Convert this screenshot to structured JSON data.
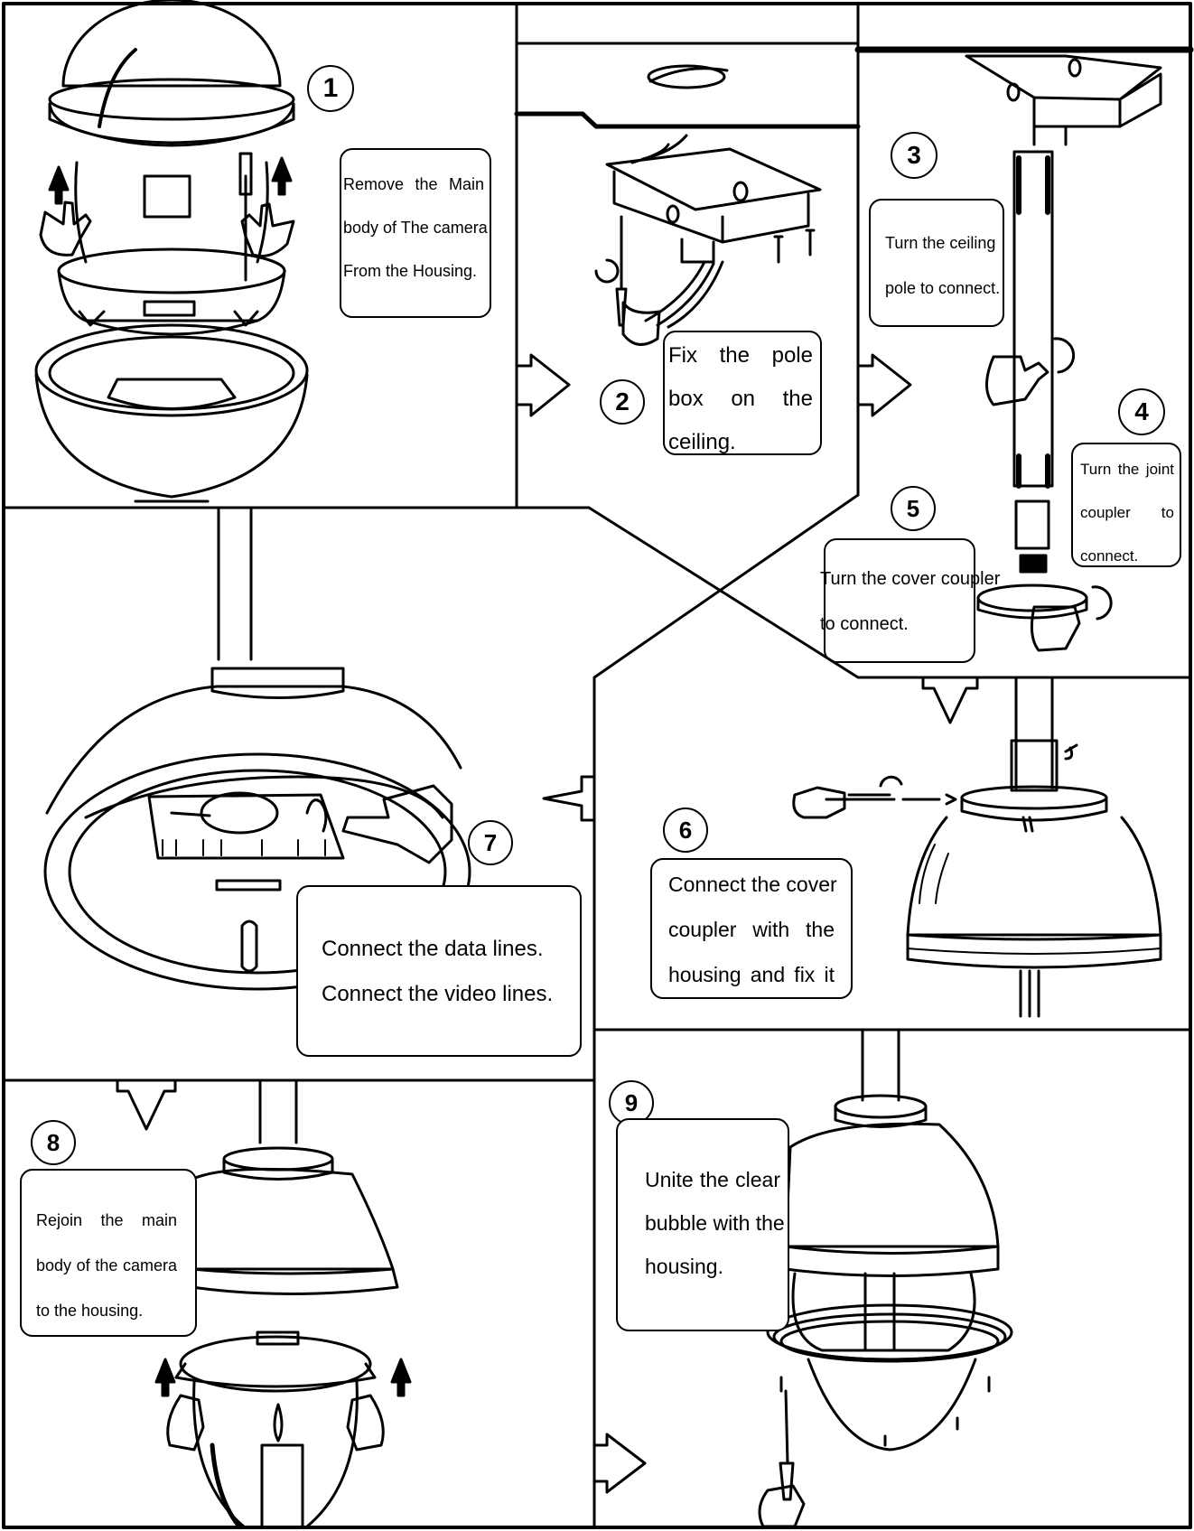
{
  "steps": [
    {
      "number": "1",
      "lines": [
        "Remove the Main",
        "body of The camera",
        "From the Housing."
      ]
    },
    {
      "number": "2",
      "lines": [
        "Fix the pole",
        "box on the",
        "ceiling."
      ]
    },
    {
      "number": "3",
      "lines": [
        "Turn the ceiling",
        "pole to connect."
      ]
    },
    {
      "number": "4",
      "lines": [
        "Turn the joint",
        "coupler to",
        "connect."
      ]
    },
    {
      "number": "5",
      "lines": [
        "Turn the cover coupler",
        "to connect."
      ]
    },
    {
      "number": "6",
      "lines": [
        "Connect the cover",
        "coupler with the",
        "housing and fix it"
      ]
    },
    {
      "number": "7",
      "lines": [
        "Connect the data lines.",
        "Connect the video lines."
      ]
    },
    {
      "number": "8",
      "lines": [
        "Rejoin the main",
        "body of the camera",
        "to the housing."
      ]
    },
    {
      "number": "9",
      "lines": [
        "Unite the clear",
        "bubble with the",
        "housing."
      ]
    }
  ]
}
